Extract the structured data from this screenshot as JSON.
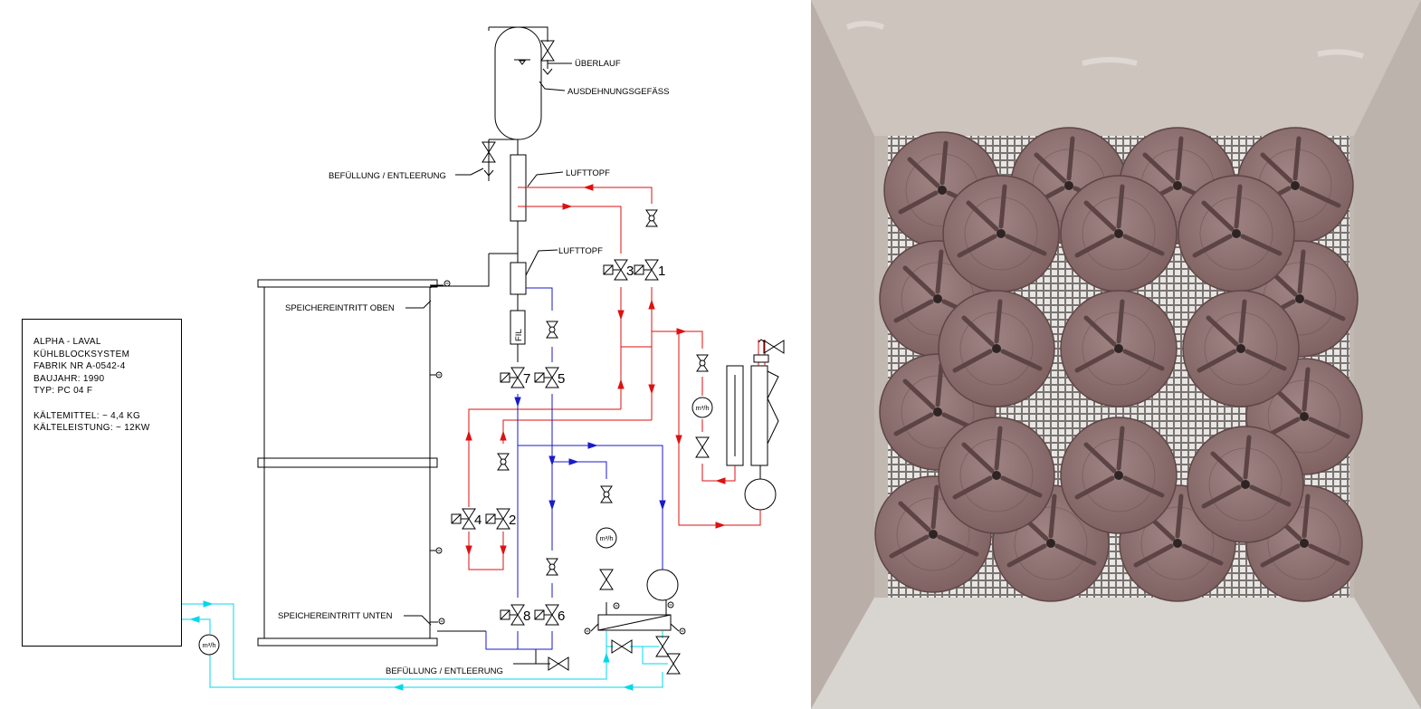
{
  "info_box": {
    "line1": "ALPHA - LAVAL",
    "line2": "KÜHLBLOCKSYSTEM",
    "line3": "FABRIK NR A-0542-4",
    "line4": "BAUJAHR: 1990",
    "line5": "TYP: PC 04 F",
    "line6": "KÄLTEMITTEL: ~ 4,4 KG",
    "line7": "KÄLTELEISTUNG: ~ 12KW"
  },
  "labels": {
    "ueberlauf": "ÜBERLAUF",
    "expansion_vessel": "AUSDEHNUNGSGEFÄSS",
    "fill_drain_top": "BEFÜLLUNG / ENTLEERUNG",
    "air_pot_1": "LUFTTOPF",
    "air_pot_2": "LUFTTOPF",
    "storage_inlet_top": "SPEICHEREINTRITT OBEN",
    "storage_inlet_bottom": "SPEICHEREINTRITT UNTEN",
    "fill_drain_bottom": "BEFÜLLUNG / ENTLEERUNG",
    "filter": "FIL",
    "flowmeter": "m³/h"
  },
  "valves": {
    "v1": "1",
    "v2": "2",
    "v3": "3",
    "v4": "4",
    "v5": "5",
    "v6": "6",
    "v7": "7",
    "v8": "8"
  },
  "colors": {
    "hot_line": "#dd1111",
    "cold_line": "#1a1acc",
    "glycol_line": "#00d8ec",
    "line": "#000000",
    "photo_box": "#c2b8b2",
    "photo_floor": "#d8d4d0",
    "disk": "#8c6d6d",
    "disk_rib": "#5c4444"
  }
}
